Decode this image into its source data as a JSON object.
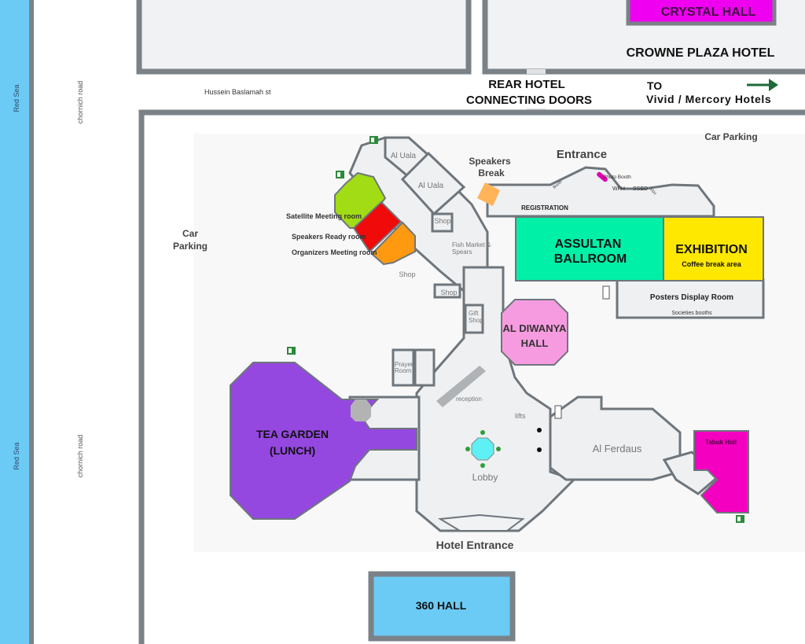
{
  "colors": {
    "sea": "#6ccbf5",
    "wall": "#7a8288",
    "floor": "#f0f1f3",
    "tea_garden": "#9448e0",
    "ballroom": "#00f0a8",
    "exhibition": "#ffe800",
    "diwanya": "#f79be0",
    "tabuk": "#f400c0",
    "crystal": "#f000f0",
    "satellite": "#a2dc14",
    "speakers_ready": "#f00a0a",
    "organizers": "#ff9a10",
    "speakers_break": "#ffb45a",
    "hall_360": "#6ccbf5",
    "exit_sign": "#2a8a3a",
    "arrow": "#1e6a38"
  },
  "outside": {
    "red_sea_top": "Red Sea",
    "red_sea_bottom": "Red Sea",
    "chornich_road_top": "chornich road",
    "chornich_road_bottom": "chornich road",
    "street": "Hussein Baslamah st",
    "rear_doors_line1": "REAR HOTEL",
    "rear_doors_line2": "CONNECTING DOORS",
    "to_line1": "TO",
    "to_line2": "Vivid / Mercory Hotels",
    "car_parking_left_line1": "Car",
    "car_parking_left_line2": "Parking",
    "car_parking_right": "Car Parking"
  },
  "crowne": {
    "hotel_name": "CROWNE PLAZA HOTEL",
    "crystal_hall": "CRYSTAL HALL"
  },
  "rooms": {
    "entrance": "Entrance",
    "registration": "REGISTRATION",
    "photo_booth": "Photo Booth",
    "wfh": "WFH",
    "ssbd": "SSBD",
    "small_booth_left": "Booth",
    "small_booth_right": "SSH",
    "speakers_break_line1": "Speakers",
    "speakers_break_line2": "Break",
    "al_uala_1": "Al Uala",
    "al_uala_2": "Al Uala",
    "shop_1": "Shop",
    "shop_2": "Shop",
    "shop_3": "Shop",
    "fish_market_line1": "Fish Market &",
    "fish_market_line2": "Spears",
    "gift_shop_line1": "Gift",
    "gift_shop_line2": "Shop",
    "satellite": "Satellite Meeting room",
    "speakers_ready": "Speakers Ready room",
    "organizers": "Organizers Meeting room",
    "ballroom_line1": "ASSULTAN",
    "ballroom_line2": "BALLROOM",
    "exhibition": "EXHIBITION",
    "coffee_break": "Coffee break area",
    "posters": "Posters Display Room",
    "societies": "Societies booths",
    "diwanya_line1": "AL DIWANYA",
    "diwanya_line2": "HALL",
    "prayer_line1": "Prayer",
    "prayer_line2": "Room",
    "reception": "reception",
    "lifts": "lifts",
    "lobby": "Lobby",
    "tea_line1": "TEA GARDEN",
    "tea_line2": "(LUNCH)",
    "al_ferdaus": "Al Ferdaus",
    "tabuk": "Tabuk Hall",
    "hotel_entrance": "Hotel Entrance",
    "hall_360": "360 HALL"
  }
}
